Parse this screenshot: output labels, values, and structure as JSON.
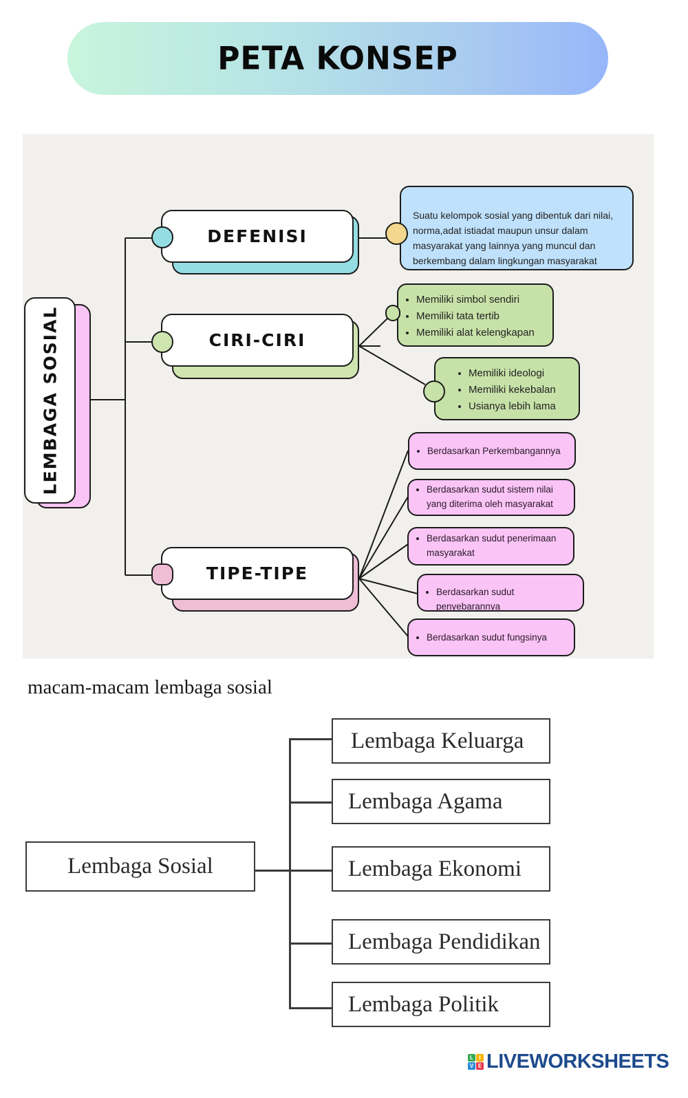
{
  "header": {
    "title": "PETA KONSEP",
    "gradient_start": "#c8f5dc",
    "gradient_end": "#97b6fa"
  },
  "concept_map": {
    "root": {
      "label": "LEMBAGA SOSIAL",
      "accent": "#fac4f6"
    },
    "branches": [
      {
        "label": "DEFENISI",
        "accent": "#93dde3",
        "details": [
          {
            "type": "text",
            "color": "#bfe1fb",
            "dot_color": "#f3d78e",
            "lines": [
              "Suatu kelompok sosial yang dibentuk dari nilai,",
              "norma,adat istiadat maupun unsur dalam",
              "masyarakat yang lainnya yang muncul dan",
              "berkembang dalam lingkungan masyarakat"
            ]
          }
        ]
      },
      {
        "label": "CIRI-CIRI",
        "accent": "#cfe5b0",
        "details": [
          {
            "type": "list",
            "color": "#c7e2a8",
            "items": [
              "Memiliki simbol sendiri",
              "Memiliki tata tertib",
              "Memiliki alat kelengkapan"
            ]
          },
          {
            "type": "list",
            "color": "#c7e2a8",
            "items": [
              "Memiliki ideologi",
              "Memiliki kekebalan",
              "Usianya lebih lama"
            ]
          }
        ]
      },
      {
        "label": "TIPE-TIPE",
        "accent": "#efbdd6",
        "details": [
          {
            "type": "list",
            "color": "#fac4f6",
            "items": [
              "Berdasarkan Perkembangannya"
            ]
          },
          {
            "type": "list",
            "color": "#fac4f6",
            "items": [
              "Berdasarkan sudut sistem nilai yang diterima oleh masyarakat"
            ]
          },
          {
            "type": "list",
            "color": "#fac4f6",
            "items": [
              "Berdasarkan sudut penerimaan masyarakat"
            ]
          },
          {
            "type": "list",
            "color": "#fac4f6",
            "items": [
              "Berdasarkan sudut penyebarannya"
            ]
          },
          {
            "type": "list",
            "color": "#fac4f6",
            "items": [
              "Berdasarkan sudut fungsinya"
            ]
          }
        ]
      }
    ]
  },
  "types_section": {
    "heading": "macam-macam lembaga sosial",
    "root": "Lembaga Sosial",
    "children": [
      "Lembaga Keluarga",
      "Lembaga Agama",
      "Lembaga Ekonomi",
      "Lembaga Pendidikan",
      "Lembaga Politik"
    ]
  },
  "footer": {
    "logo_text": "LIVEWORKSHEETS",
    "logo_letters": [
      "L",
      "I",
      "V",
      "E"
    ],
    "logo_colors": [
      "#35a853",
      "#f7b500",
      "#2d8ad8",
      "#e8354a"
    ]
  }
}
